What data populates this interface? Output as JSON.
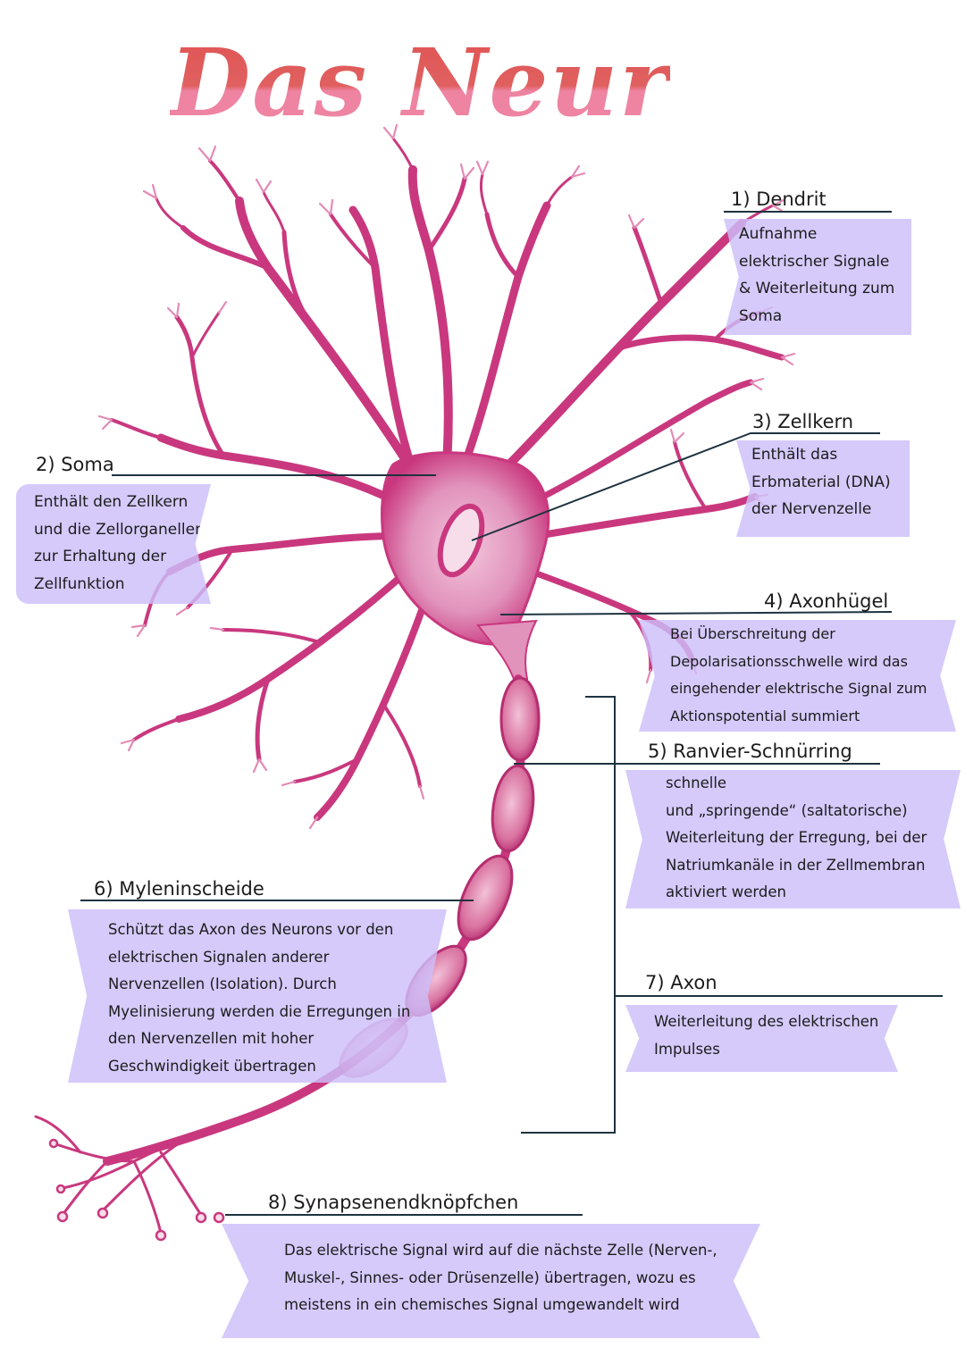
{
  "title": "Das Neuron",
  "labels": [
    {
      "heading": "1) Dendrit",
      "lines": [
        "Aufnahme",
        "elektrischer Signale",
        "& Weiterleitung zum",
        "Soma"
      ]
    },
    {
      "heading": "2) Soma",
      "lines": [
        "Enthält den Zellkern",
        "und die Zellorganellen",
        "zur Erhaltung der",
        "Zellfunktion"
      ]
    },
    {
      "heading": "3) Zellkern",
      "lines": [
        "Enthält das",
        "Erbmaterial (DNA)",
        "der Nervenzelle"
      ]
    },
    {
      "heading": "4) Axonhügel",
      "lines": [
        "Bei Überschreitung der",
        "Depolarisationsschwelle wird das",
        "eingehender elektrische Signal zum",
        "Aktionspotential summiert"
      ]
    },
    {
      "heading": "5) Ranvier-Schnürring",
      "lines": [
        "schnelle",
        "und „springende“ (saltatorische)",
        "Weiterleitung der Erregung, bei der",
        "Natriumkanäle in der Zellmembran",
        "aktiviert werden"
      ]
    },
    {
      "heading": "6) Myleninscheide",
      "lines": [
        "Schützt das Axon des Neurons vor den",
        "elektrischen Signalen anderer",
        "Nervenzellen (Isolation). Durch",
        "Myelinisierung werden die Erregungen in",
        "den Nervenzellen mit hoher",
        "Geschwindigkeit übertragen"
      ]
    },
    {
      "heading": "7) Axon",
      "lines": [
        "Weiterleitung des elektrischen",
        "Impulses"
      ]
    },
    {
      "heading": "8) Synapsenendknöpfchen",
      "lines": [
        "Das elektrische Signal wird auf die nächste Zelle (Nerven-,",
        "Muskel-, Sinnes- oder Drüsenzelle) übertragen, wozu es",
        "meistens in ein chemisches Signal umgewandelt wird"
      ]
    }
  ],
  "colors": {
    "neuron": "#c9387e",
    "neuron_light": "#e38ab6",
    "box": "#cdbefa",
    "leader": "#1e3340",
    "title_top": "#e05050",
    "title_bottom": "#ee84a2"
  }
}
